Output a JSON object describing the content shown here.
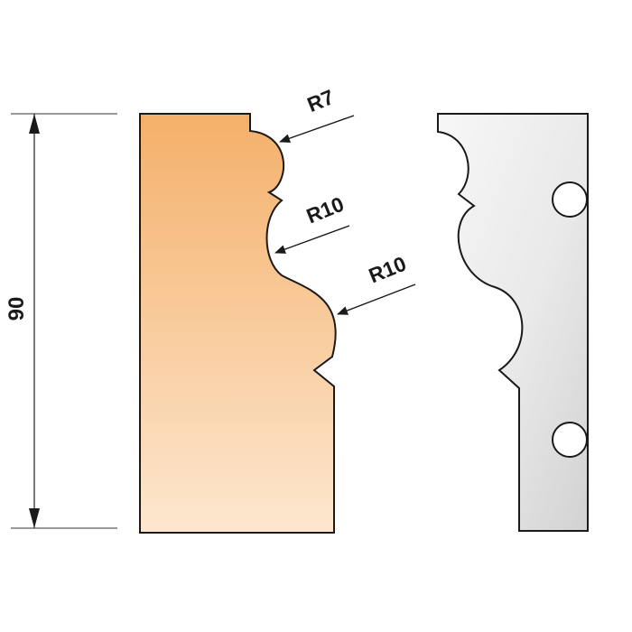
{
  "dimension": {
    "height_label": "90"
  },
  "radii": [
    {
      "label": "R7"
    },
    {
      "label": "R10"
    },
    {
      "label": "R10"
    }
  ],
  "colors": {
    "wood_top": "#f4b06a",
    "wood_bottom": "#fde7cf",
    "steel_light": "#f7f7f7",
    "steel_dark": "#d2d2d2",
    "outline": "#1a1a1a",
    "dimension_line": "#333333"
  }
}
